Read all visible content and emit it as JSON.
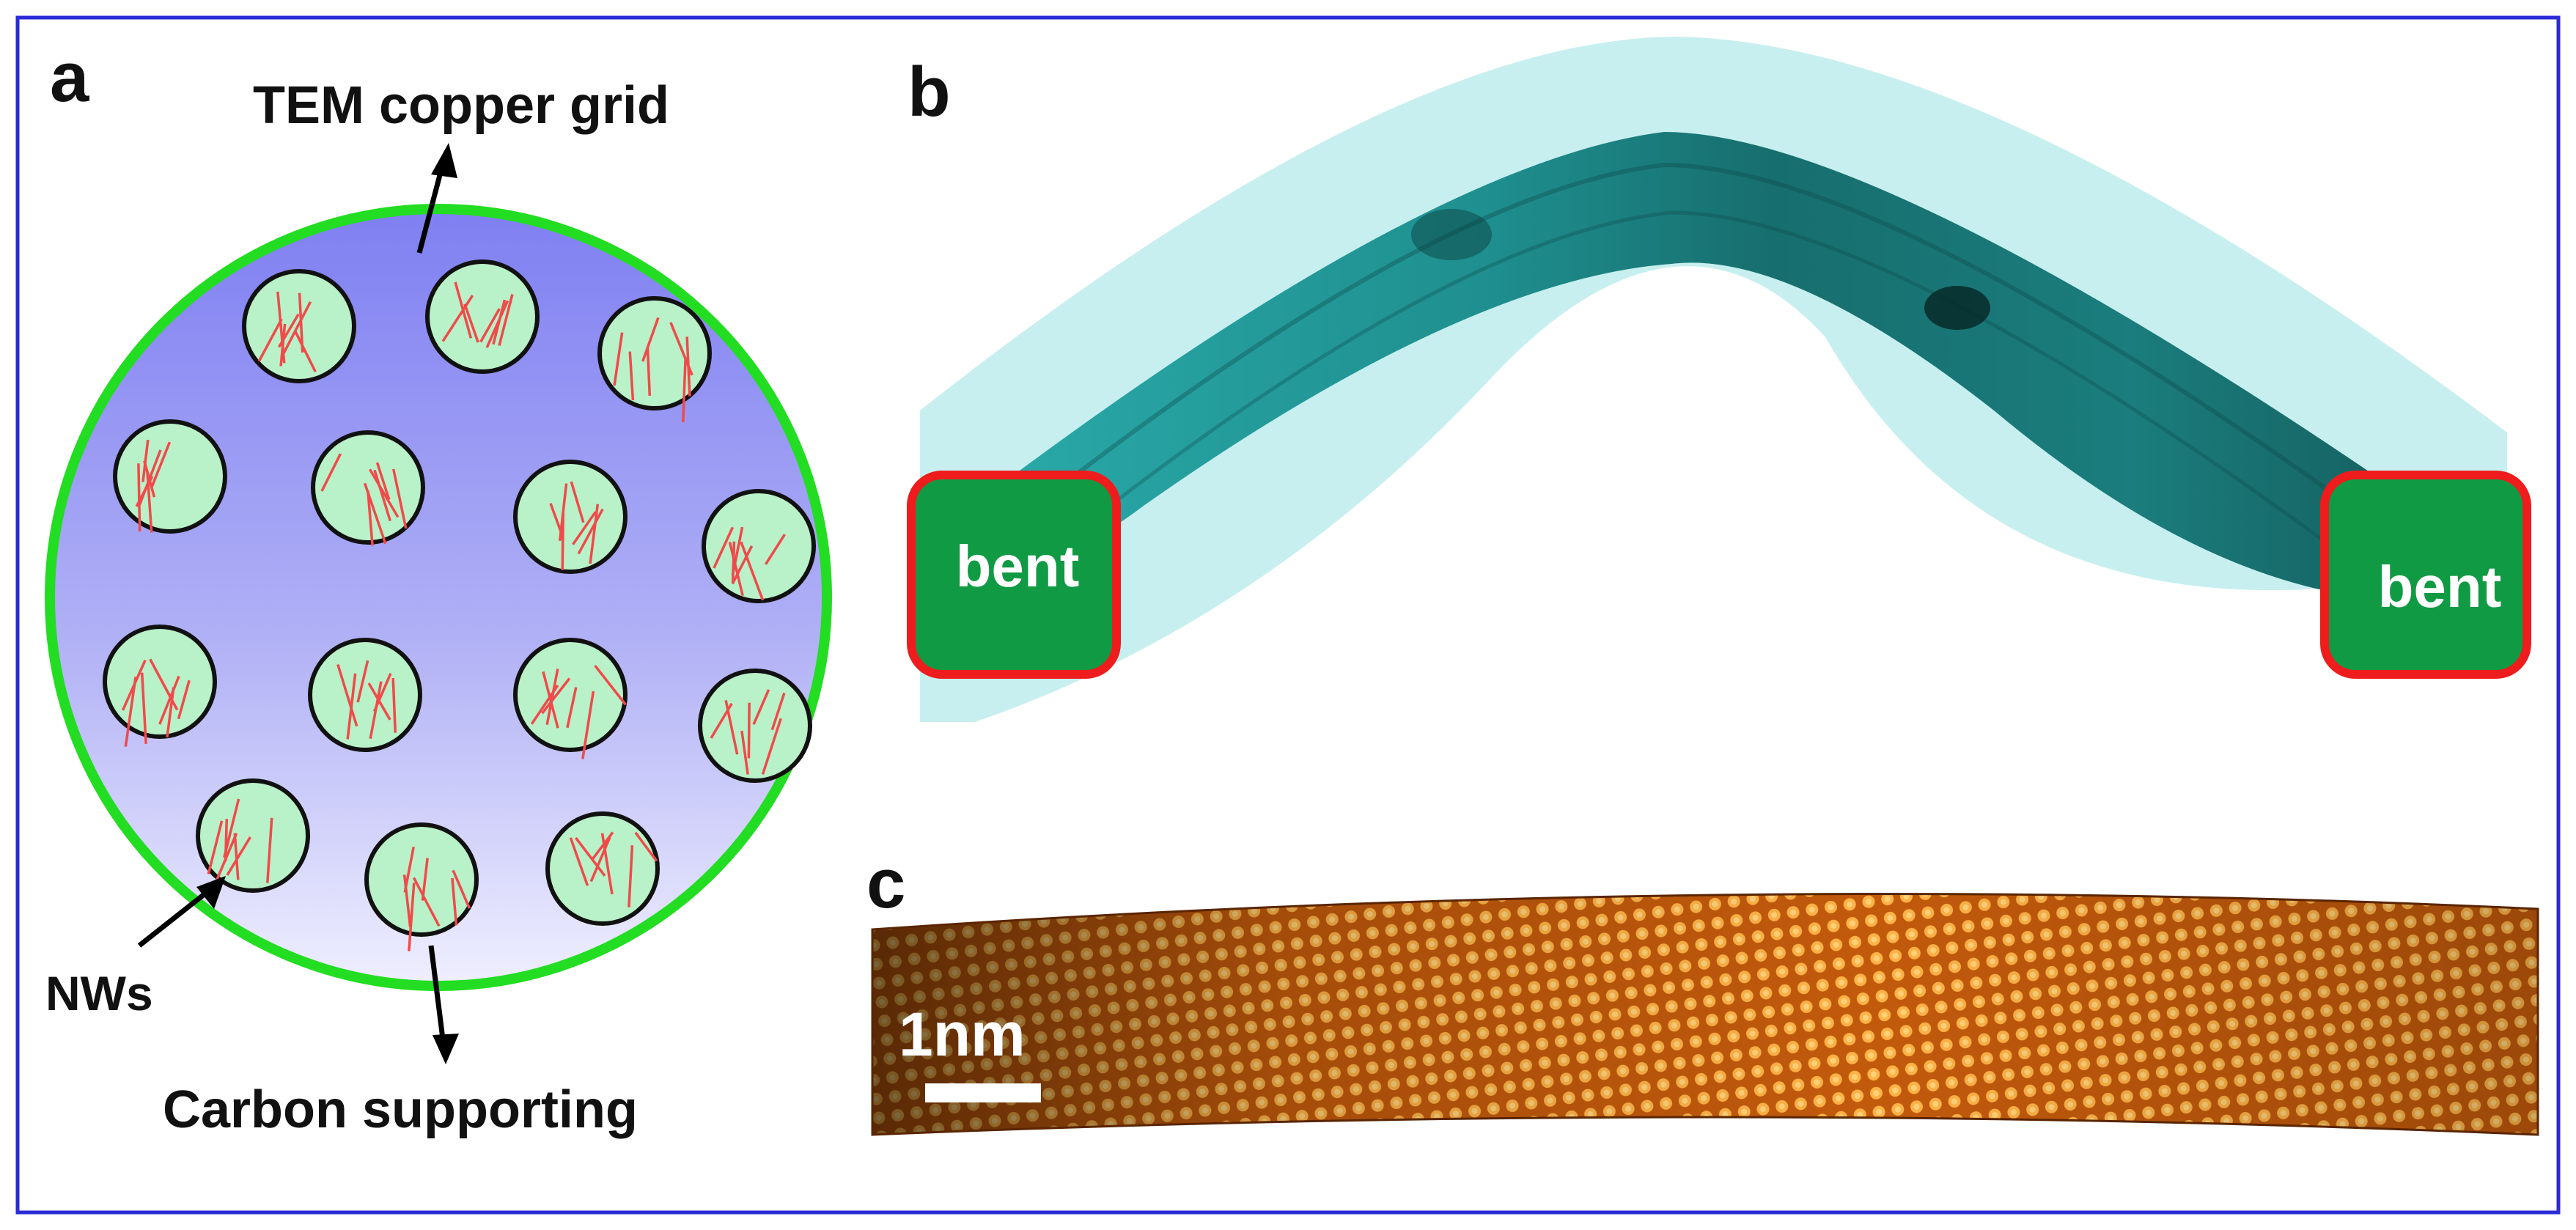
{
  "panels": {
    "a": {
      "letter": "a",
      "labels": {
        "grid": "TEM copper grid",
        "nws": "NWs",
        "carbon": "Carbon supporting"
      }
    },
    "b": {
      "letter": "b",
      "badge_left": "bent",
      "badge_right": "bent"
    },
    "c": {
      "letter": "c",
      "scale_bar": "1nm"
    }
  },
  "colors": {
    "frame": "#2b2bd6",
    "grid_rim": "#22dd22",
    "grid_fill_top": "#7f7ff2",
    "grid_fill_bottom": "#ececff",
    "mesh_hole": "#b9f1c8",
    "nanowire": "#f04a4a",
    "badge_fill": "#119a44",
    "badge_border": "#ee1c1c",
    "nw_core": "#1c9d9d",
    "nw_shell": "#bfeaea",
    "lattice": "#cc6a12"
  }
}
